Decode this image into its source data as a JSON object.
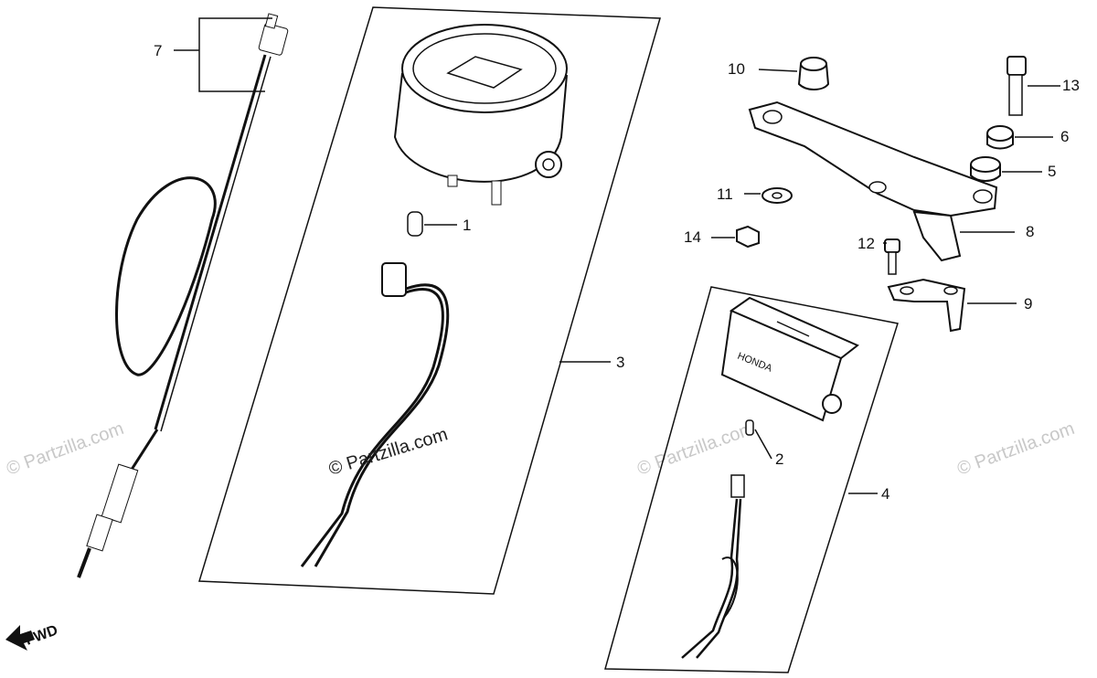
{
  "watermark": {
    "main": "© Partzilla.com",
    "faint": "© Partzilla.com"
  },
  "direction_marker": "FWD",
  "brand_mark": "HONDA",
  "callouts": {
    "n1": "1",
    "n2": "2",
    "n3": "3",
    "n4": "4",
    "n5": "5",
    "n6": "6",
    "n7": "7",
    "n8": "8",
    "n9": "9",
    "n10": "10",
    "n11": "11",
    "n12": "12",
    "n13": "13",
    "n14": "14"
  }
}
